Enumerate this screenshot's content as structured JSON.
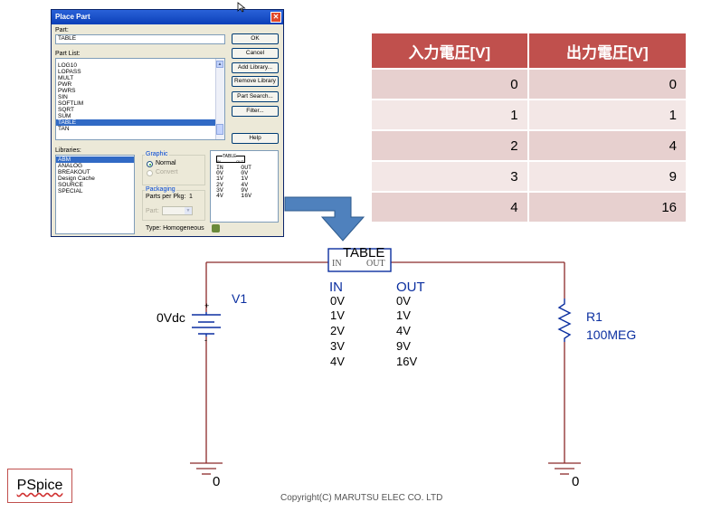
{
  "dialog": {
    "title": "Place Part",
    "part_label": "Part:",
    "part_value": "TABLE",
    "part_list_label": "Part List:",
    "parts": [
      "LOG10",
      "LOPASS",
      "MULT",
      "PWR",
      "PWRS",
      "SIN",
      "SOFTLIM",
      "SQRT",
      "SUM",
      "TABLE",
      "TAN"
    ],
    "selected_part": "TABLE",
    "buttons": {
      "ok": "OK",
      "cancel": "Cancel",
      "add_library": "Add Library...",
      "remove_library": "Remove Library",
      "part_search": "Part Search...",
      "filter": "Filter...",
      "help": "Help"
    },
    "libraries_label": "Libraries:",
    "libraries": [
      "ABM",
      "ANALOG",
      "BREAKOUT",
      "Design Cache",
      "SOURCE",
      "SPECIAL"
    ],
    "selected_library": "ABM",
    "graphic_label": "Graphic",
    "graphic_normal": "Normal",
    "graphic_convert": "Convert",
    "packaging_label": "Packaging",
    "parts_per_pkg_label": "Parts per Pkg:",
    "parts_per_pkg_value": "1",
    "part_sel_label": "Part:",
    "type_label": "Type: Homogeneous",
    "preview": {
      "name": "TABLE",
      "pin_in": "IN",
      "pin_out": "OUT",
      "text": "IN     OUT\n0V     0V\n1V     1V\n2V     4V\n3V     9V\n4V     16V"
    }
  },
  "table": {
    "headers": [
      "入力電圧[V]",
      "出力電圧[V]"
    ],
    "rows": [
      [
        "0",
        "0"
      ],
      [
        "1",
        "1"
      ],
      [
        "2",
        "4"
      ],
      [
        "3",
        "9"
      ],
      [
        "4",
        "16"
      ]
    ]
  },
  "schematic": {
    "table_name": "TABLE",
    "pin_in": "IN",
    "pin_out": "OUT",
    "col_in_header": "IN",
    "col_out_header": "OUT",
    "in_values": [
      "0V",
      "1V",
      "2V",
      "3V",
      "4V"
    ],
    "out_values": [
      "0V",
      "1V",
      "4V",
      "9V",
      "16V"
    ],
    "source_name": "V1",
    "source_value": "0Vdc",
    "source_plus": "+",
    "source_minus": "-",
    "resistor_name": "R1",
    "resistor_value": "100MEG",
    "ground_left": "0",
    "ground_right": "0"
  },
  "footer": "Copyright(C) MARUTSU ELEC CO. LTD",
  "badge": "PSpice",
  "colors": {
    "wire": "#8b2a2a",
    "accent": "#0b2fa0",
    "header": "#c0504d",
    "arrow": "#4f81bd"
  }
}
